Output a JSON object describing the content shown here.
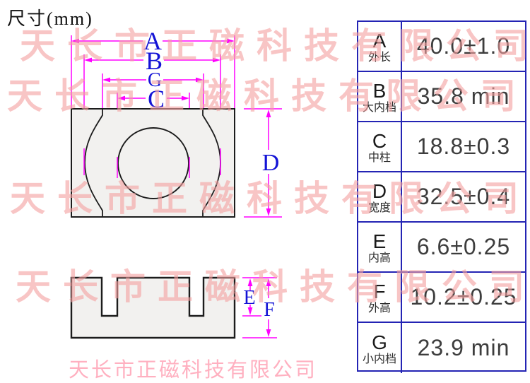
{
  "title": "尺寸(mm)",
  "watermark": {
    "text": "天长市正磁科技有限公司",
    "color": "#f5a0a0"
  },
  "footer": {
    "text": "天长市正磁科技有限公司",
    "color": "#ffb0c0"
  },
  "diagram": {
    "line_color": "#ff00ff",
    "label_color": "#1313d6",
    "outline_color": "#1c1c1c",
    "fill_color": "#f2f1ef",
    "dimension_labels": {
      "A": "A",
      "B": "B",
      "C": "C",
      "D": "D",
      "E": "E",
      "F": "F",
      "G": "G"
    }
  },
  "table": {
    "border_color": "#2424b4",
    "rows": [
      {
        "letter": "A",
        "label": "外长",
        "value": "40.0±1.0"
      },
      {
        "letter": "B",
        "label": "大内档",
        "value": "35.8 min"
      },
      {
        "letter": "C",
        "label": "中柱",
        "value": "18.8±0.3"
      },
      {
        "letter": "D",
        "label": "宽度",
        "value": "32.5±0.4"
      },
      {
        "letter": "E",
        "label": "内高",
        "value": "6.6±0.25"
      },
      {
        "letter": "F",
        "label": "外高",
        "value": "10.2±0.25"
      },
      {
        "letter": "G",
        "label": "小内档",
        "value": "23.9 min"
      }
    ]
  }
}
